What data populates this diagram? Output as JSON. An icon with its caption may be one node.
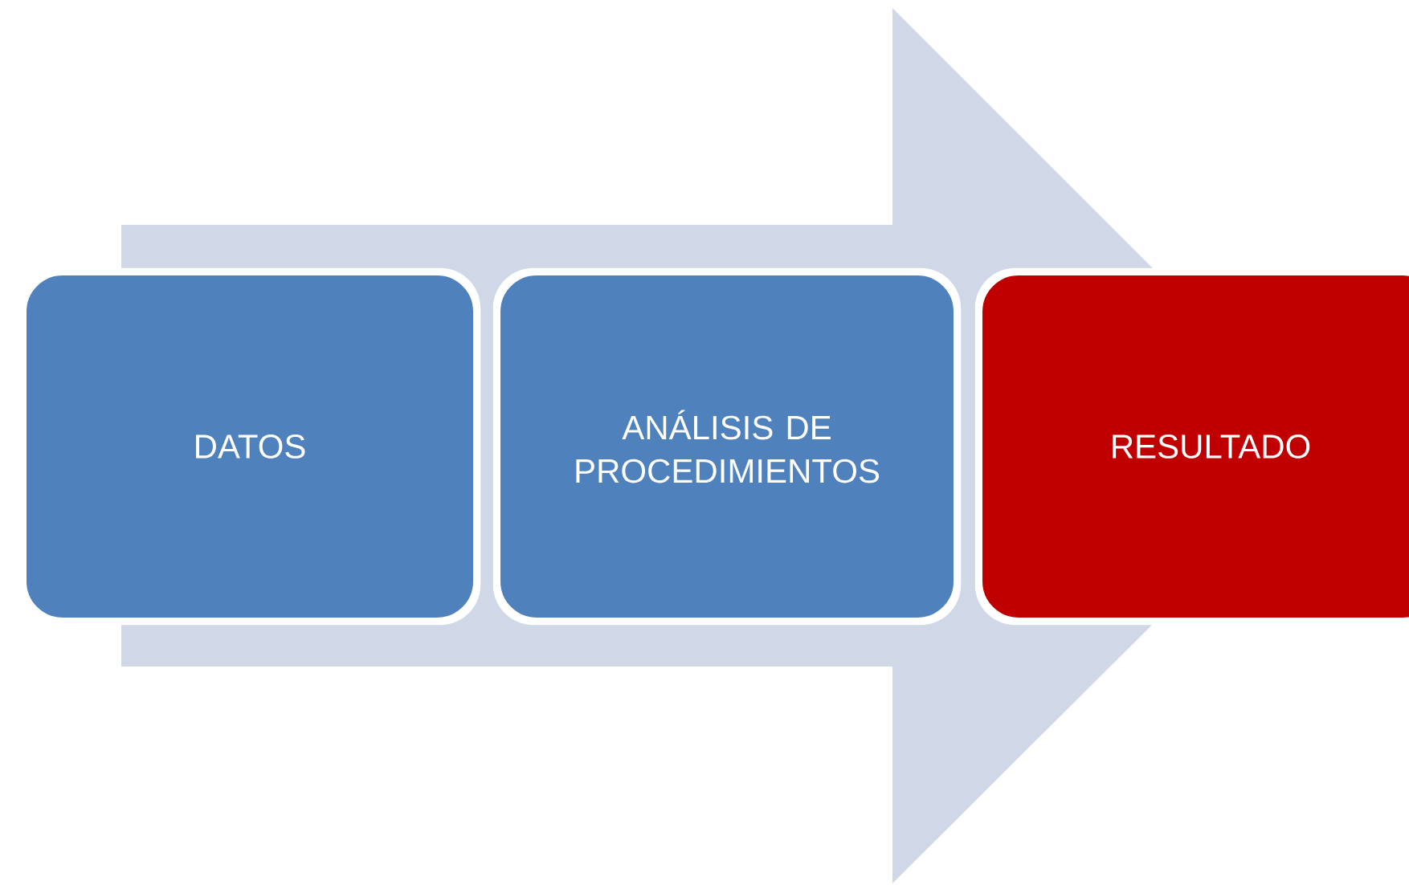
{
  "diagram": {
    "nodes": [
      {
        "text": [
          "DATOS"
        ]
      },
      {
        "text": [
          "ANÁLISIS DE PROCEDIMIENTOS"
        ]
      },
      {
        "text": [
          "RESULTADO"
        ]
      }
    ],
    "edges": [
      {
        "from": 0,
        "to": 2,
        "arrow": "to"
      }
    ]
  }
}
